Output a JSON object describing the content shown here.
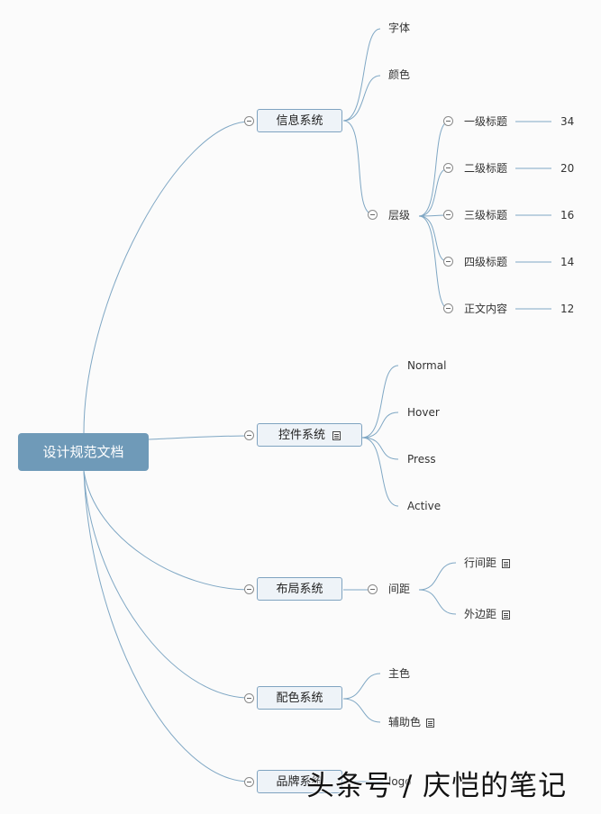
{
  "mindmap": {
    "root": "设计规范文档",
    "info": {
      "title": "信息系统",
      "font": "字体",
      "color": "颜色",
      "hierarchy": {
        "title": "层级",
        "levels": [
          {
            "label": "一级标题",
            "size": "34"
          },
          {
            "label": "二级标题",
            "size": "20"
          },
          {
            "label": "三级标题",
            "size": "16"
          },
          {
            "label": "四级标题",
            "size": "14"
          },
          {
            "label": "正文内容",
            "size": "12"
          }
        ]
      }
    },
    "controls": {
      "title": "控件系统",
      "states": [
        "Normal",
        "Hover",
        "Press",
        "Active"
      ]
    },
    "layout": {
      "title": "布局系统",
      "spacing": "间距",
      "line_spacing": "行间距",
      "margin": "外边距"
    },
    "colors": {
      "title": "配色系统",
      "primary": "主色",
      "secondary": "辅助色"
    },
    "brand": {
      "title": "品牌系统",
      "logo": "logo"
    }
  },
  "watermark": "头条号 / 庆恺的笔记",
  "theme": {
    "line": "#7fa7c4",
    "root_fill": "#6f9ab8",
    "node_fill": "#eef3f8",
    "node_border": "#7fa3c0"
  }
}
